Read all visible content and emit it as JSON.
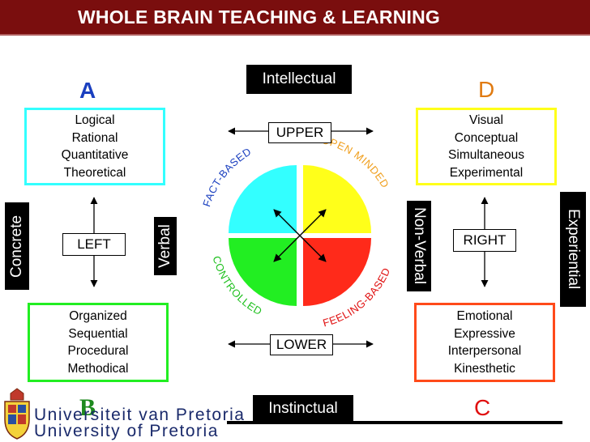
{
  "title": "WHOLE BRAIN TEACHING & LEARNING",
  "colors": {
    "quadrant_a": "#33ffff",
    "quadrant_b": "#22ee22",
    "quadrant_c": "#ff2a1a",
    "quadrant_d": "#ffff1a",
    "title_bg": "#7a0e0e",
    "university_text": "#1a2a6b"
  },
  "axes": {
    "top": "Intellectual",
    "bottom": "Instinctual",
    "left": "Concrete",
    "right": "Experiential",
    "left_inner": "Verbal",
    "right_inner": "Non-Verbal"
  },
  "center": {
    "upper": "UPPER",
    "lower": "LOWER",
    "left": "LEFT",
    "right": "RIGHT"
  },
  "arc_labels": {
    "fact_based": "FACT-BASED",
    "open_minded": "OPEN MINDED",
    "controlled": "CONTROLLED",
    "feeling_based": "FEELING-BASED"
  },
  "quadrants": {
    "a": {
      "letter": "A",
      "traits": [
        "Logical",
        "Rational",
        "Quantitative",
        "Theoretical"
      ]
    },
    "b": {
      "letter": "B",
      "traits": [
        "Organized",
        "Sequential",
        "Procedural",
        "Methodical"
      ]
    },
    "c": {
      "letter": "C",
      "traits": [
        "Emotional",
        "Expressive",
        "Interpersonal",
        "Kinesthetic"
      ]
    },
    "d": {
      "letter": "D",
      "traits": [
        "Visual",
        "Conceptual",
        "Simultaneous",
        "Experimental"
      ]
    }
  },
  "footer": {
    "line1": "Universiteit van Pretoria",
    "line2": "University of Pretoria",
    "logo_icon": "university-crest-icon"
  }
}
